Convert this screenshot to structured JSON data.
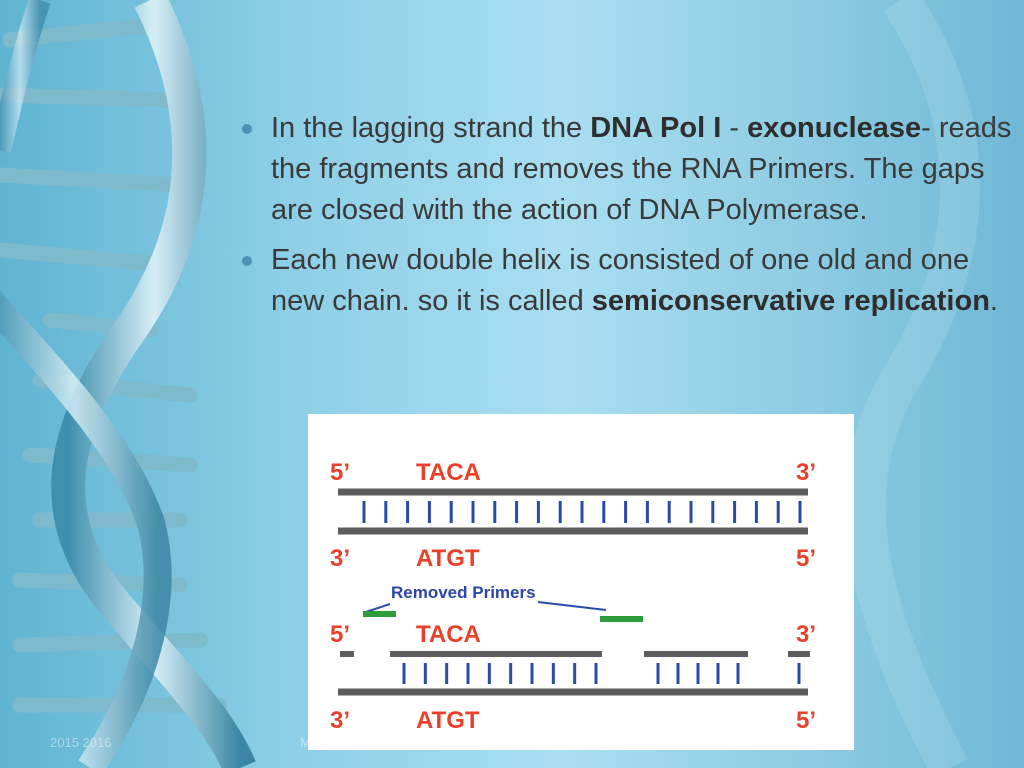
{
  "bullets": [
    {
      "t1": "In the lagging strand the ",
      "b1": "DNA Pol I",
      "t2": " - ",
      "b2": "exonuclease",
      "t3": "- reads the fragments and removes the RNA Primers. The gaps are closed with the action of DNA Polymerase."
    },
    {
      "t1": " Each new double helix is consisted of one old and one new chain. so  it is called ",
      "b1": "semiconservative replication",
      "t2": "."
    }
  ],
  "diagram": {
    "top": {
      "label_5_left": "5’",
      "label_3_right": "3’",
      "seq_top": "TACA",
      "label_3_left": "3’",
      "label_5_right": "5’",
      "seq_bottom": "ATGT",
      "rungs": 21
    },
    "bottom": {
      "removed_label": "Removed Primers",
      "label_5_left": "5’",
      "label_3_right": "3’",
      "seq_top": "TACA",
      "label_3_left": "3’",
      "label_5_right": "5’",
      "seq_bottom": "ATGT",
      "rungs_group_1": 10,
      "rungs_group_2": 5,
      "rungs_group_3": 1
    },
    "colors": {
      "label": "#e8412b",
      "primer": "#2f9c3c",
      "strand": "#5d5d5d",
      "rung": "#2a4aa8"
    }
  },
  "footer": {
    "left": "2015 2016",
    "mid": "M"
  }
}
